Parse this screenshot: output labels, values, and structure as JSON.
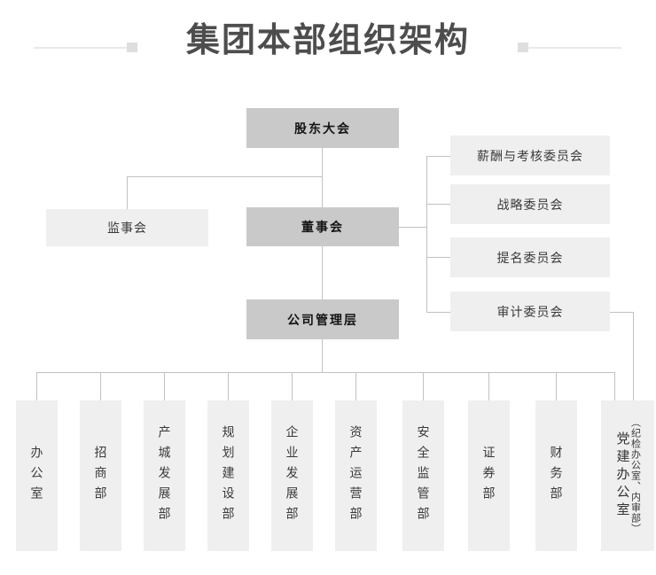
{
  "title": "集团本部组织架构",
  "colors": {
    "emphasis_box": "#c9c9c9",
    "default_box": "#efefef",
    "connector": "#c1c1c1",
    "title_text": "#4d4d4d"
  },
  "nodes": {
    "shareholders_meeting": {
      "label": "股东大会"
    },
    "supervisory_board": {
      "label": "监事会"
    },
    "board_of_directors": {
      "label": "董事会"
    },
    "management_layer": {
      "label": "公司管理层"
    },
    "committees": [
      {
        "label": "薪酬与考核委员会"
      },
      {
        "label": "战略委员会"
      },
      {
        "label": "提名委员会"
      },
      {
        "label": "审计委员会"
      }
    ],
    "departments": [
      {
        "label": "办公室"
      },
      {
        "label": "招商部"
      },
      {
        "label": "产城发展部"
      },
      {
        "label": "规划建设部"
      },
      {
        "label": "企业发展部"
      },
      {
        "label": "资产运营部"
      },
      {
        "label": "安全监管部"
      },
      {
        "label": "证券部"
      },
      {
        "label": "财务部"
      },
      {
        "label": "党建办公室",
        "sublabel": "（纪检办公室、内审部）"
      }
    ]
  }
}
